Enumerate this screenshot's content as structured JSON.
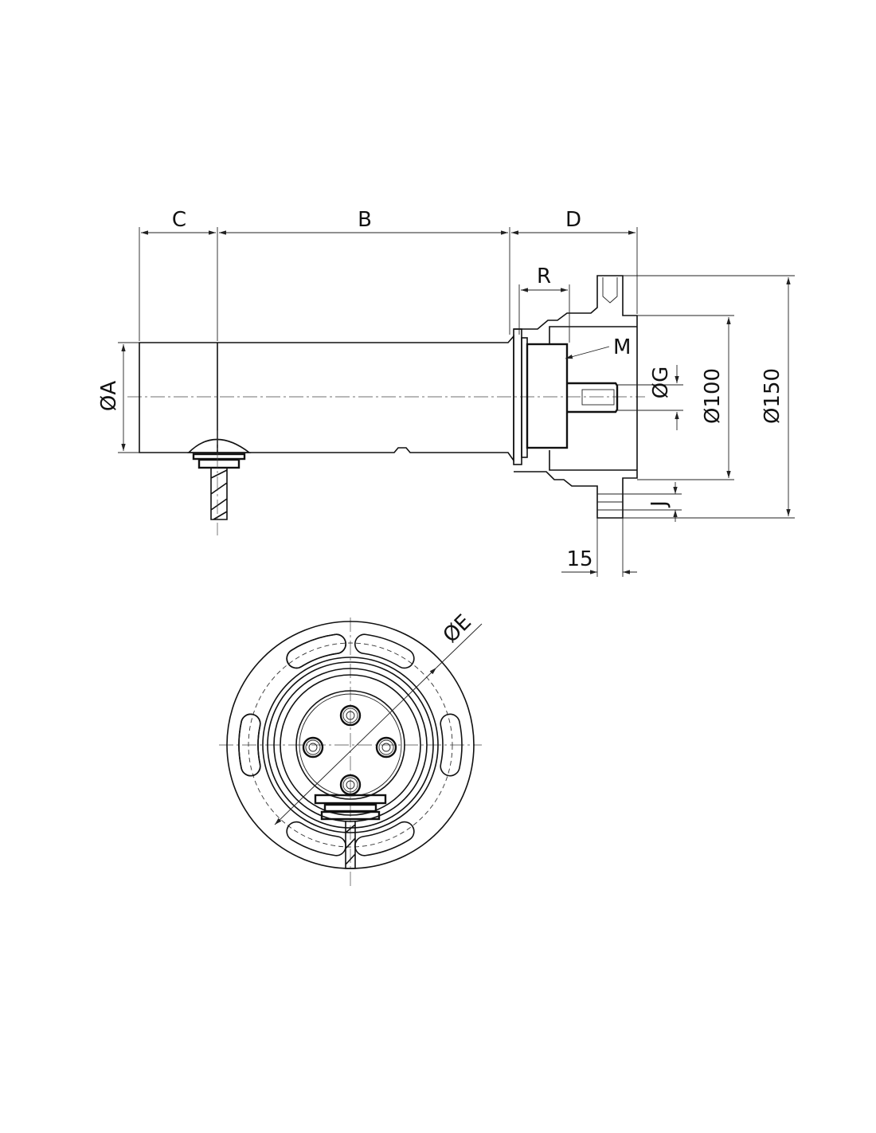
{
  "drawing": {
    "side_view": {
      "dimensions": {
        "C": "C",
        "B": "B",
        "D": "D",
        "R": "R",
        "M": "M",
        "dia_A": "ØA",
        "dia_G": "ØG",
        "dia_100": "Ø100",
        "dia_150": "Ø150",
        "J": "J",
        "width_15": "15"
      }
    },
    "end_view": {
      "dimensions": {
        "dia_E": "ØE"
      }
    }
  }
}
